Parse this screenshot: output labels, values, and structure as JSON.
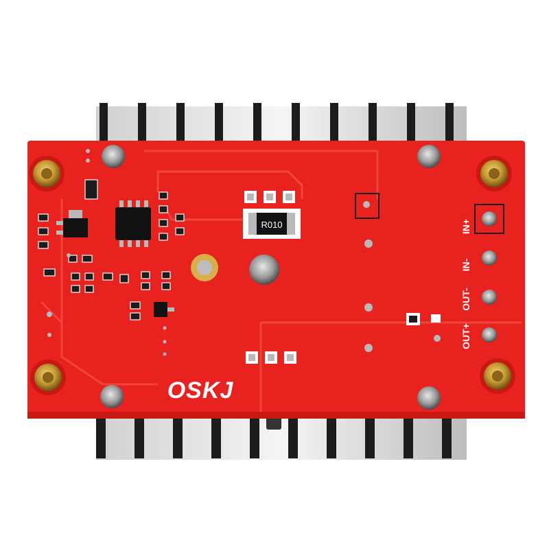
{
  "board": {
    "brand_logo": "OSKJ",
    "resistor_marking": "R010",
    "terminal_labels": {
      "in_plus": "IN+",
      "in_minus": "IN-",
      "out_minus": "OUT-",
      "out_plus": "OUT+"
    }
  },
  "colors": {
    "pcb": "#e8221f",
    "pcb_dark": "#c81812",
    "trace": "#f0453a",
    "pad": "#b9b9b9",
    "heatsink_fin": "#1c1c1c",
    "heatsink_base": "#d9d9d9",
    "brass": "#c79a32",
    "silkscreen": "#ffffff"
  }
}
